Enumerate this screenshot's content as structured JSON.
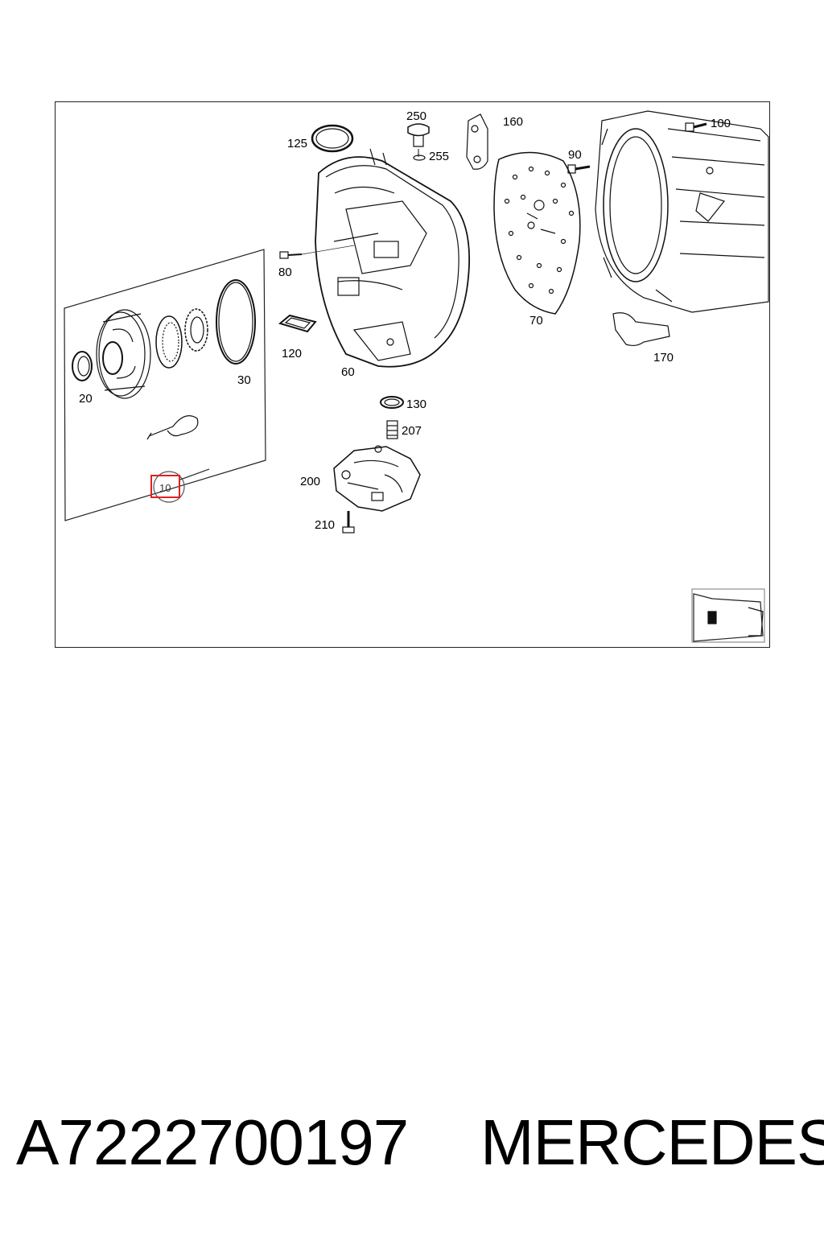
{
  "diagram": {
    "callouts": {
      "c10": "10",
      "c20": "20",
      "c30": "30",
      "c60": "60",
      "c70": "70",
      "c80": "80",
      "c90": "90",
      "c100": "100",
      "c120": "120",
      "c125": "125",
      "c130": "130",
      "c160": "160",
      "c170": "170",
      "c200": "200",
      "c207": "207",
      "c210": "210",
      "c250": "250",
      "c255": "255"
    },
    "highlighted_callout": "10",
    "highlight_color": "#e02020"
  },
  "footer": {
    "part_number": "A7222700197",
    "brand": "MERCEDES"
  }
}
